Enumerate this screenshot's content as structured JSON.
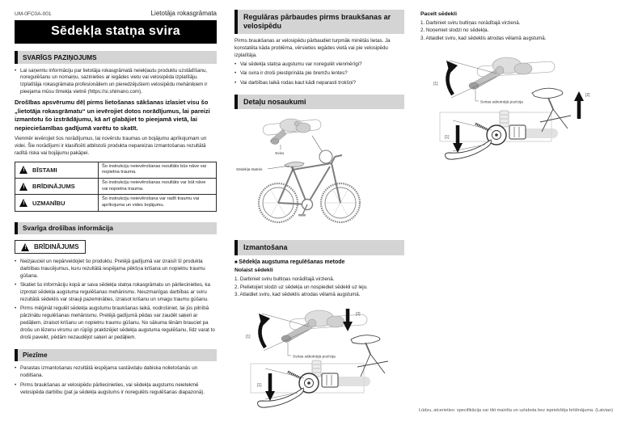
{
  "page": {
    "doc_code": "UM-0FC0A-001",
    "doc_type": "Lietotāja rokasgrāmata",
    "title": "Sēdekļa statņa svira",
    "footer": "Lūdzu, atcerieties: specifikācija var tikt mainīta un uzlabota bez iepriekšēja brīdinājuma. (Latvian)"
  },
  "left": {
    "notice": {
      "heading": "SVARĪGS PAZIŅOJUMS",
      "bullet": "Lai saņemtu informāciju par lietotāja rokasgrāmatā neiekļautu produktu uzstādīšanu, noregulēšanu un nomaiņu, sazinieties ar iegādes vietu vai velosipēda izplatītāju. Izplatītāja rokasgrāmata profesionāliem un pieredzējušiem velosipēdu mehāniķiem ir pieejama mūsu tīmekļa vietnē (https://si.shimano.com).",
      "bold_para": "Drošības apsvērumu dēļ pirms lietošanas sākšanas izlasiet visu šo „lietotāja rokasgrāmatu“ un ievērojiet dotos norādījumus, lai pareizi izmantotu šo izstrādājumu, kā arī glabājiet to pieejamā vietā, lai nepieciešamības gadījumā varētu to skatīt.",
      "para": "Vienmēr ievērojiet šos norādījumus, lai novērstu traumas un bojājumu aprīkojumam un videi. Šie norādījumi ir klasificēti atbilstoši produkta nepareizas izmantošanas rezultātā radītā riska vai bojājumu pakāpei."
    },
    "severity": [
      {
        "label": "BĪSTAMI",
        "desc": "Šo instrukciju neievērošanas rezultāts būs nāve vai nopietna trauma."
      },
      {
        "label": "BRĪDINĀJUMS",
        "desc": "Šo instrukciju neievērošanas rezultāts var būt nāve vai nopietna trauma."
      },
      {
        "label": "UZMANĪBU",
        "desc": "Šo instrukciju neievērošana var radīt traumu vai aprīkojuma un vides bojājumu."
      }
    ],
    "safety": {
      "heading": "Svarīga drošības informācija",
      "warning_label": "BRĪDINĀJUMS",
      "bullets": [
        "Neizjauciet un nepārveidojiet šo produktu. Pretējā gadījumā var izraisīt šī produkta darbības traucējumus, kuru rezultātā iespējama pēkšņa krišana un nopietnu traumu gūšana.",
        "Skatiet šo informāciju kopā ar sava sēdekļa statņa rokasgrāmatu un pārliecinieties, ka izprotat sēdekļa augstuma regulēšanas mehānismu. Neuzmanīgas darbības ar sviru rezultātā sēdeklis var strauji pazemināties, izraisot krišanu un smagu traumu gūšanu.",
        "Pirms mēģināt regulēt sēdekļa augstumu braukšanas laikā, nodrošiniet, lai jūs pilnībā pārzinātu regulēšanas mehānismu. Pretējā gadījumā pēdas var zaudēt saķeri ar pedāļiem, izraisot krišanu un nopietnu traumu gūšanu. No sākuma lēnām brauciet pa drošu un lēzenu virsmu un rūpīgi praktizējiet sēdekļa augstuma regulēšanu, līdz varat to droši paveikt, pēdām nezaudējot saķeri ar pedāļiem."
      ]
    },
    "note": {
      "heading": "Piezīme",
      "bullets": [
        "Parastas izmantošanas rezultātā iespējama sastāvdaļu dabiska nolietošanās un nodilšana.",
        "Pirms braukšanas ar velosipēdu pārliecinieties, vai sēdekļa augstums neietekmē velosipēda darbību (pat ja sēdekļa augstums ir noregulēts regulēšanas diapazonā)."
      ]
    }
  },
  "middle": {
    "checks": {
      "heading": "Regulāras pārbaudes pirms braukšanas ar velosipēdu",
      "intro": "Pirms braukšanas ar velosipēdu pārbaudiet turpmāk minētās lietas. Ja konstatēta kāda problēma, vērsieties iegādes vietā vai pie velosipēdu izplatītāja.",
      "bullets": [
        "Vai sēdekļa statņa augstumu var noregulēt vienmērīgi?",
        "Vai svira ir droši piestiprināta pie bremžu lentes?",
        "Vai darbības laikā rodas kaut kādi neparasti trokšņi?"
      ]
    },
    "parts": {
      "heading": "Detaļu nosaukumi",
      "lever_label": "Svira",
      "seatpost_label": "Sēdekļa statnis"
    },
    "usage": {
      "heading": "Izmantošana",
      "method_heading": "Sēdekļa augstuma regulēšanas metode",
      "lower_heading": "Nolaist sēdekli",
      "steps": [
        "1. Darbiniet sviru bultiņas norādītajā virzienā.",
        "2. Pielietojiet slodzi uz sēdekļa un nospiediet sēdekli uz leju.",
        "3. Atlaidiet sviru, kad sēdeklis atrodas vēlamā augstumā."
      ],
      "diagram_label": "Sviras sākotnējā pozīcija",
      "marker1": "[1]",
      "marker2": "[2]"
    }
  },
  "right": {
    "raise": {
      "heading": "Pacelt sēdekli",
      "steps": [
        "1. Darbiniet sviru bultiņas norādītajā virzienā.",
        "2. Noņemiet slodzi no sēdekļa.",
        "3. Atlaidiet sviru, kad sēdeklis atrodas vēlamā augstumā."
      ],
      "diagram_label": "Sviras sākotnējā pozīcija",
      "marker1": "[1]",
      "marker2": "[2]"
    }
  },
  "colors": {
    "title_bg": "#000000",
    "section_bg": "#d4d4d4",
    "text": "#1f1f1f"
  }
}
